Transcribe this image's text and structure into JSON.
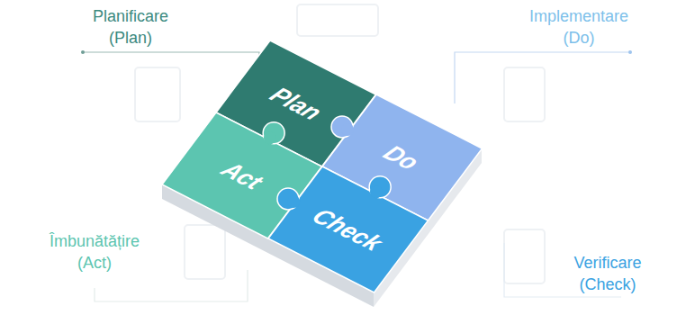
{
  "diagram": {
    "nodes": [
      {
        "text": [
          "Plan"
        ]
      },
      {
        "text": [
          "Do"
        ]
      },
      {
        "text": [
          "Act"
        ]
      },
      {
        "text": [
          "Check"
        ]
      }
    ],
    "labels": [
      "Planificare (Plan)",
      "Implementare (Do)",
      "Îmbunătățire (Act)",
      "Verificare (Check)"
    ]
  }
}
